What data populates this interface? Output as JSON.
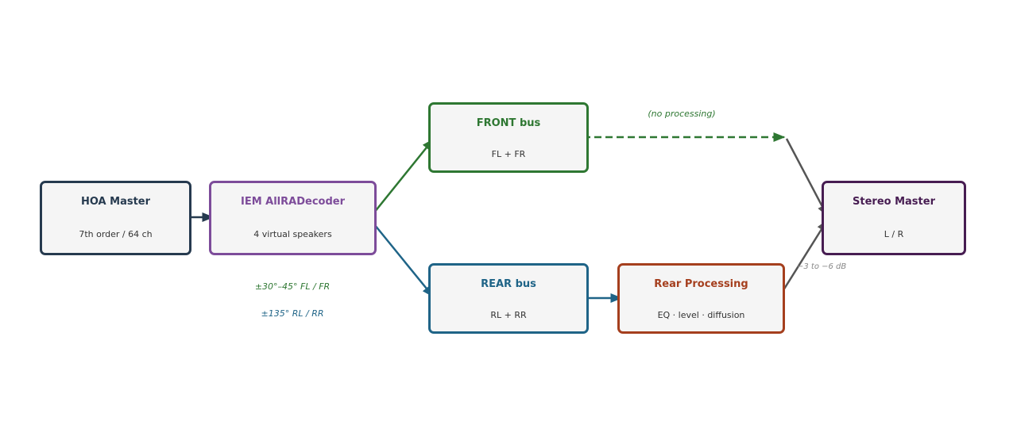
{
  "nodes": {
    "hoa": {
      "title": "HOA Master",
      "subtitle": "7th order / 64 ch",
      "color": "#263a4f"
    },
    "decoder": {
      "title": "IEM AllRADecoder",
      "subtitle": "4 virtual speakers",
      "color": "#7d4c9a"
    },
    "front": {
      "title": "FRONT bus",
      "subtitle": "FL + FR",
      "color": "#2e7732"
    },
    "rear": {
      "title": "REAR bus",
      "subtitle": "RL + RR",
      "color": "#1f6487"
    },
    "rear_processing": {
      "title": "Rear Processing",
      "subtitle": "EQ · level · diffusion",
      "color": "#a53f1e"
    },
    "stereo": {
      "title": "Stereo Master",
      "subtitle": "L / R",
      "color": "#471d52"
    }
  },
  "annotations": {
    "front_angle": "±30°–45°  FL / FR",
    "rear_angle": "±135°  RL / RR",
    "no_processing": "(no processing)",
    "rear_gain": "−3 to −6 dB"
  },
  "colors": {
    "arrow_dark": "#263a4f",
    "arrow_front": "#2e7732",
    "arrow_rear": "#1f6487",
    "arrow_merge": "#555555",
    "gain_note": "#888888"
  }
}
